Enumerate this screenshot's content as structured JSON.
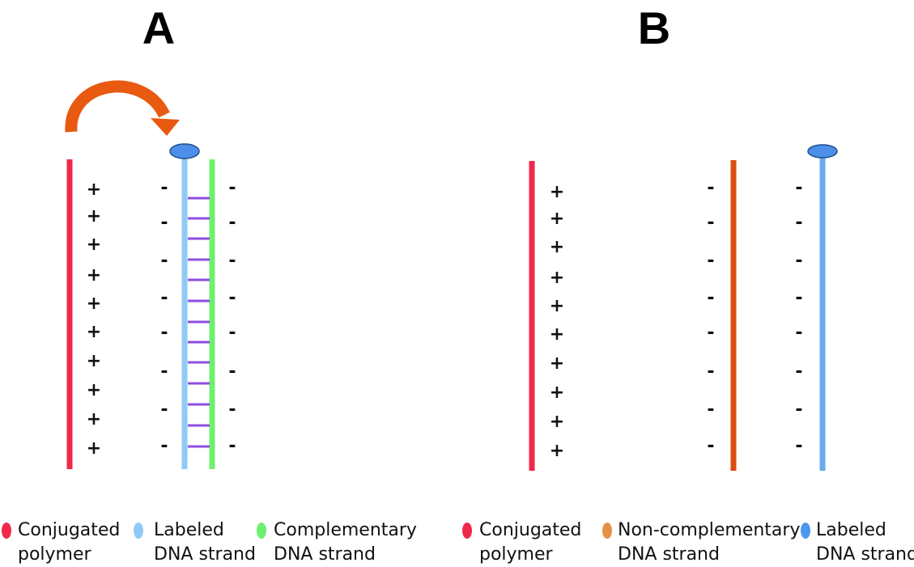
{
  "panels": [
    {
      "title": "A",
      "legend": [
        {
          "line1": "Conjugated",
          "line2": "polymer",
          "color": "#f0284a"
        },
        {
          "line1": "Labeled",
          "line2": "DNA strand",
          "color": "#8fcaf6"
        },
        {
          "line1": "Complementary",
          "line2": "DNA strand",
          "color": "#6ef06e"
        }
      ]
    },
    {
      "title": "B",
      "legend": [
        {
          "line1": "Conjugated",
          "line2": "polymer",
          "color": "#f0284a"
        },
        {
          "line1": "Non-complementary",
          "line2": "DNA strand",
          "color": "#e39245"
        },
        {
          "line1": "Labeled",
          "line2": "DNA strand",
          "color": "#4d97ee"
        }
      ]
    }
  ],
  "charges": {
    "positive": "+",
    "negative": "-"
  },
  "colors": {
    "polymer": "#f0284a",
    "labeled_strand_a": "#8fcaf6",
    "complementary_strand": "#6ef06e",
    "base_pair_rungs": "#8f4de0",
    "label_dot": "#4d8fe8",
    "label_dot_outline": "#1c4f8c",
    "energy_transfer_arrow": "#e85a10",
    "noncomplementary_strand": "#d94e12",
    "labeled_strand_b": "#6aaaf0"
  },
  "icons": {
    "transfer_arrow": "curved-arrow-icon",
    "label": "fluorophore-dot-icon"
  }
}
